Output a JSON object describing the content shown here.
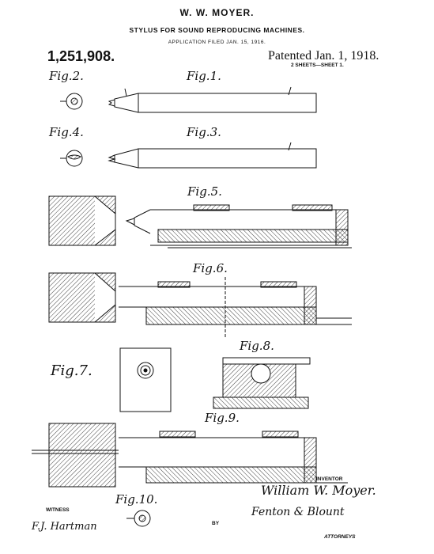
{
  "header": {
    "inventor_name": "W. W. MOYER.",
    "title": "STYLUS FOR SOUND REPRODUCING MACHINES.",
    "application": "APPLICATION FILED JAN. 15, 1916.",
    "patent_number": "1,251,908.",
    "patented": "Patented Jan. 1, 1918.",
    "sheets": "2 SHEETS—SHEET 1."
  },
  "figures": {
    "fig1": "Fig.1.",
    "fig2": "Fig.2.",
    "fig3": "Fig.3.",
    "fig4": "Fig.4.",
    "fig5": "Fig.5.",
    "fig6": "Fig.6.",
    "fig7": "Fig.7.",
    "fig8": "Fig.8.",
    "fig9": "Fig.9.",
    "fig10": "Fig.10."
  },
  "footer": {
    "inventor_label": "INVENTOR",
    "inventor_signature": "William W. Moyer.",
    "witness_label": "WITNESS",
    "witness_signature": "F.J. Hartman",
    "by_label": "BY",
    "attorney_signature": "Fenton & Blount",
    "attorneys_label": "ATTORNEYS"
  },
  "colors": {
    "ink": "#111111",
    "paper": "#ffffff"
  }
}
